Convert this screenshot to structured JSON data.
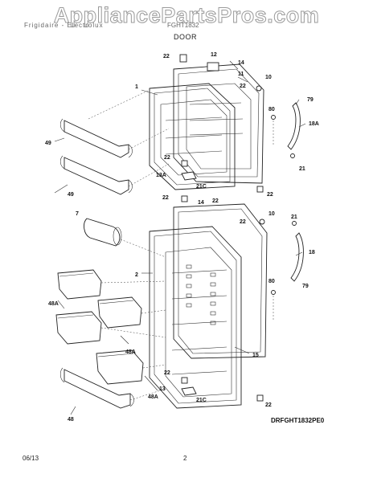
{
  "header": {
    "watermark": "AppliancePartsPros.com",
    "left_text": "Frigidaire - Electrolux",
    "model_text": "FGHT1832",
    "section_title": "DOOR"
  },
  "diagram": {
    "doc_code": "DRFGHT1832PE0",
    "callouts": [
      "12",
      "14",
      "22",
      "11",
      "10",
      "1",
      "22",
      "80",
      "79",
      "18A",
      "49",
      "22",
      "21",
      "13A",
      "21C",
      "22",
      "49",
      "22",
      "7",
      "14",
      "22",
      "22",
      "10",
      "21",
      "2",
      "18",
      "80",
      "79",
      "48A",
      "48A",
      "15",
      "22",
      "48A",
      "13",
      "21C",
      "48",
      "22"
    ]
  },
  "footer": {
    "date": "06/13",
    "page": "2"
  }
}
